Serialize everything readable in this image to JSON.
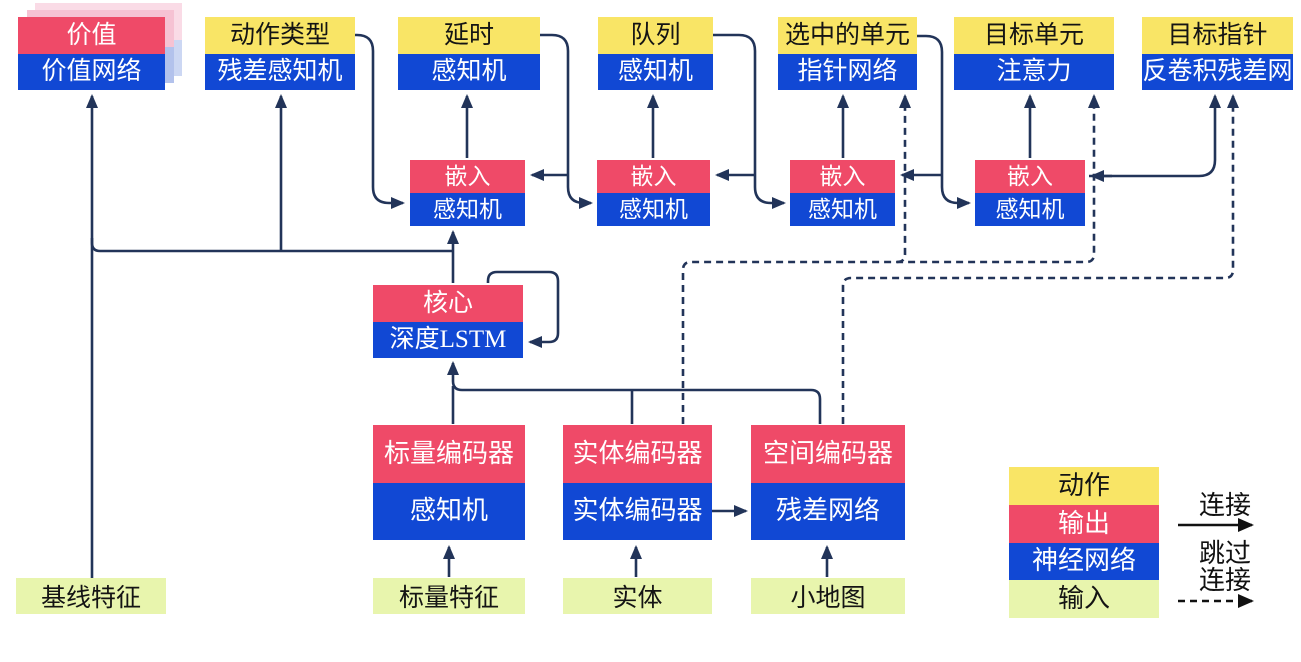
{
  "diagram": {
    "heads": [
      {
        "action": "价值",
        "network": "价值网络"
      },
      {
        "action": "动作类型",
        "network": "残差感知机"
      },
      {
        "action": "延时",
        "network": "感知机"
      },
      {
        "action": "队列",
        "network": "感知机"
      },
      {
        "action": "选中的单元",
        "network": "指针网络"
      },
      {
        "action": "目标单元",
        "network": "注意力"
      },
      {
        "action": "目标指针",
        "network": "反卷积残差网"
      }
    ],
    "embeddings": [
      {
        "output": "嵌入",
        "network": "感知机"
      },
      {
        "output": "嵌入",
        "network": "感知机"
      },
      {
        "output": "嵌入",
        "network": "感知机"
      },
      {
        "output": "嵌入",
        "network": "感知机"
      }
    ],
    "core": {
      "output": "核心",
      "network": "深度LSTM"
    },
    "encoders": [
      {
        "output": "标量编码器",
        "network": "感知机"
      },
      {
        "output": "实体编码器",
        "network": "实体编码器"
      },
      {
        "output": "空间编码器",
        "network": "残差网络"
      }
    ],
    "inputs": [
      {
        "label": "基线特征"
      },
      {
        "label": "标量特征"
      },
      {
        "label": "实体"
      },
      {
        "label": "小地图"
      }
    ],
    "legend": {
      "action": "动作",
      "output": "输出",
      "network": "神经网络",
      "input": "输入",
      "solid_label": "连接",
      "skip_label_line1": "跳过",
      "skip_label_line2": "连接"
    },
    "colors": {
      "action_yellow": "#f9e566",
      "output_red": "#ef4a68",
      "network_blue": "#1148d4",
      "input_green": "#e8f5ad",
      "connector_navy": "#223459",
      "legend_arrow_black": "#111111"
    }
  }
}
